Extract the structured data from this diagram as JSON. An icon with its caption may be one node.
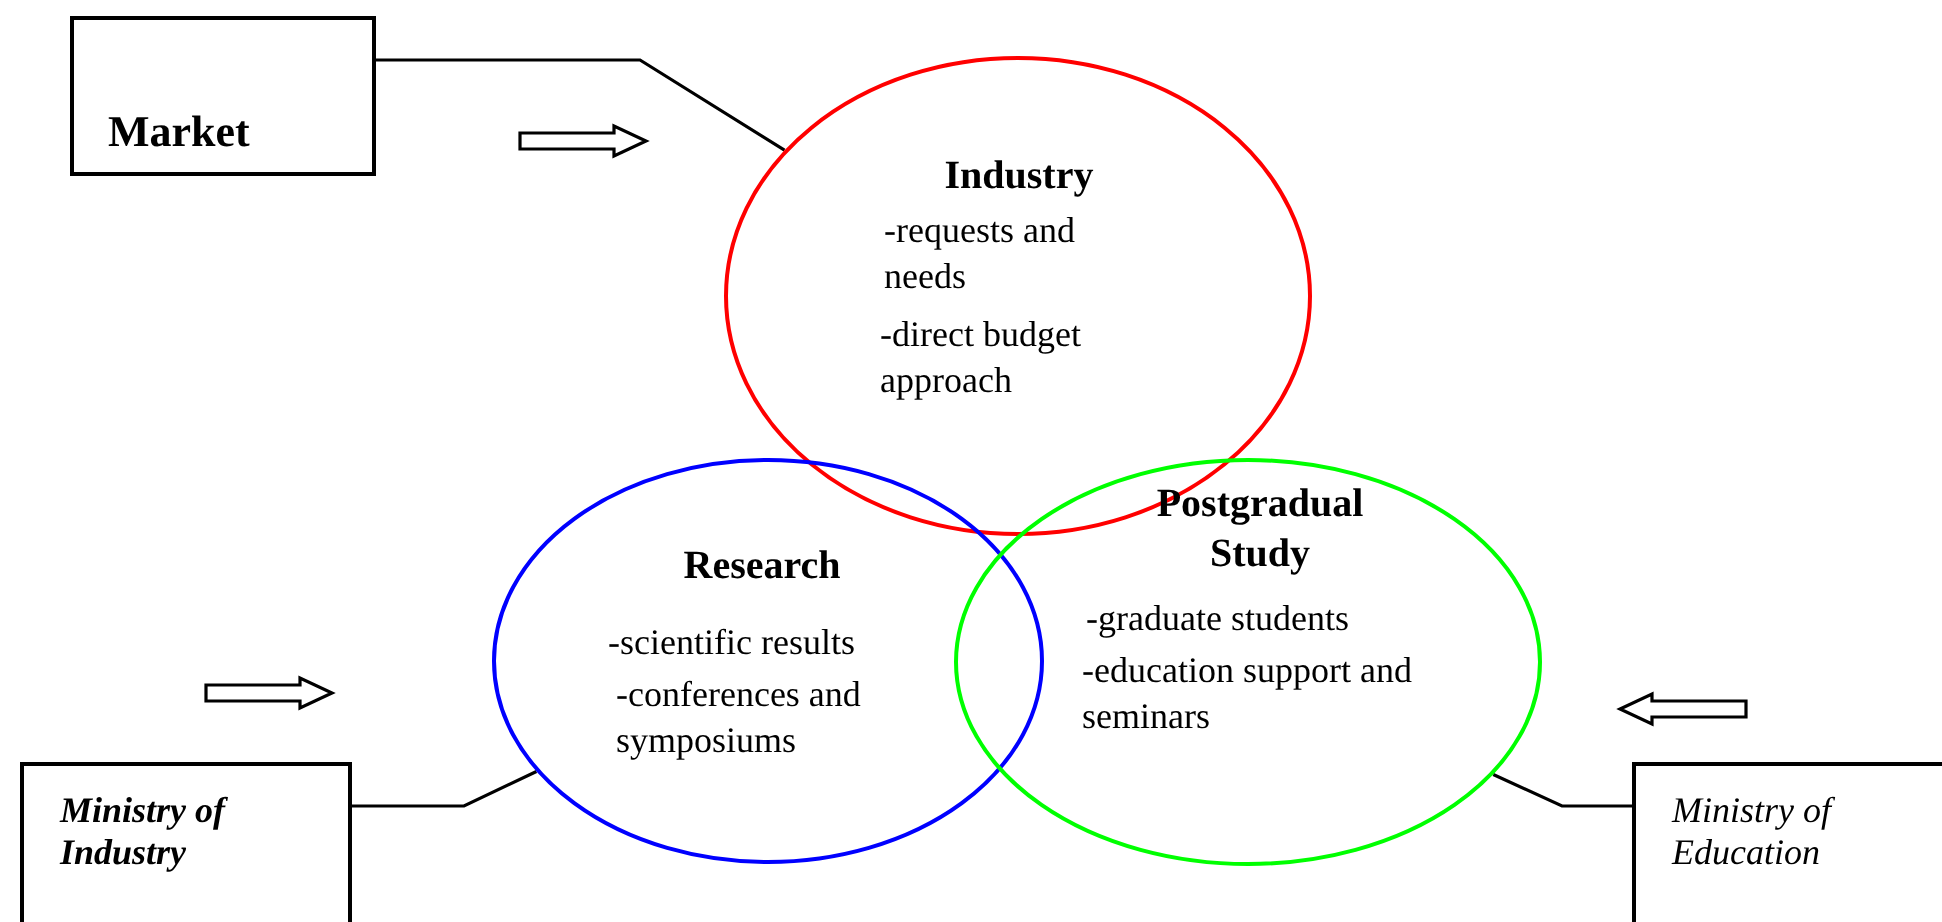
{
  "diagram": {
    "nodes": [
      {
        "text": [
          "Market"
        ]
      },
      {
        "text": [
          "Industry",
          "-requests and needs",
          "-direct budget approach"
        ]
      },
      {
        "text": [
          "Research",
          "-scientific results",
          "-conferences and symposiums"
        ]
      },
      {
        "text": [
          "Postgradual Study",
          "-graduate students",
          "-education support and seminars"
        ]
      },
      {
        "text": [
          "Ministry of Industry"
        ]
      },
      {
        "text": [
          "Ministry of Education"
        ]
      }
    ],
    "edges": [
      {
        "from": 0,
        "to": 1,
        "arrow": "none"
      },
      {
        "from": 4,
        "to": 2,
        "arrow": "none"
      },
      {
        "from": 5,
        "to": 3,
        "arrow": "none"
      }
    ]
  }
}
